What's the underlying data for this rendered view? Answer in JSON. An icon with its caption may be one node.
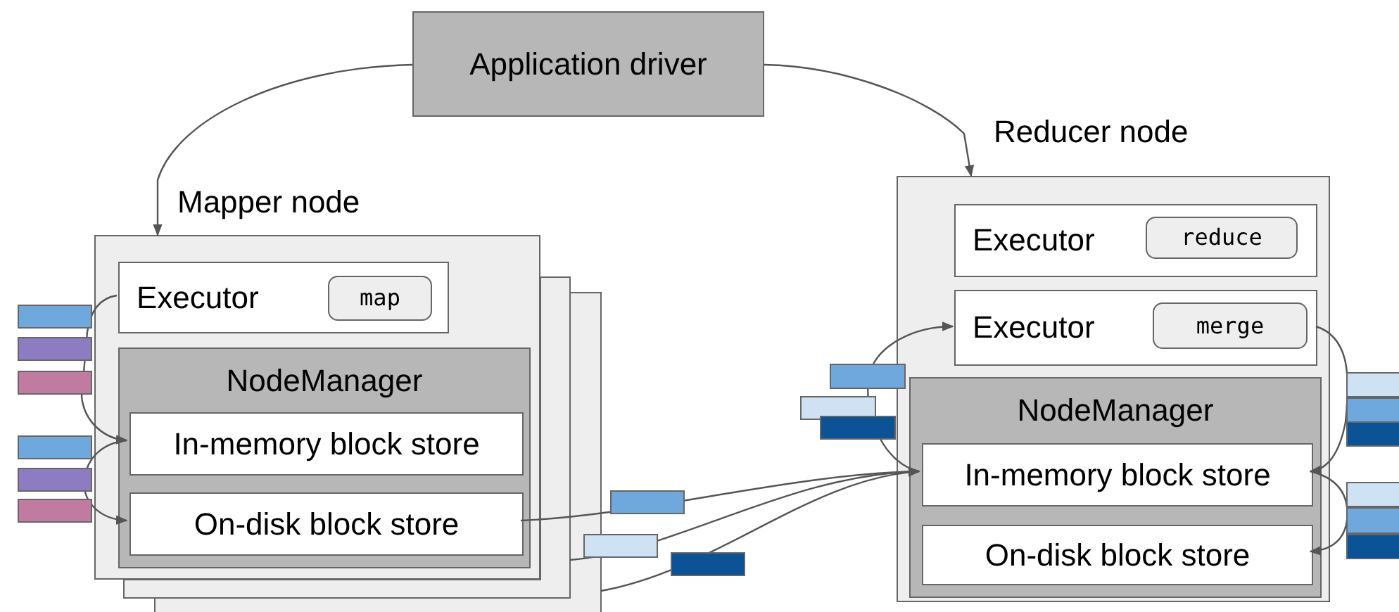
{
  "diagram": {
    "nodes": [
      {
        "text": [
          "Application driver"
        ]
      },
      {
        "text": [
          "Mapper node"
        ]
      },
      {
        "text": [
          "Executor"
        ],
        "in": 1
      },
      {
        "text": [
          "map"
        ],
        "in": 2
      },
      {
        "text": [
          "NodeManager"
        ],
        "in": 1
      },
      {
        "text": [
          "In-memory block store"
        ],
        "in": 4
      },
      {
        "text": [
          "On-disk block store"
        ],
        "in": 4
      },
      {
        "text": [
          "Reducer node"
        ]
      },
      {
        "text": [
          "Executor"
        ],
        "in": 7
      },
      {
        "text": [
          "reduce"
        ],
        "in": 8
      },
      {
        "text": [
          "Executor"
        ],
        "in": 7
      },
      {
        "text": [
          "merge"
        ],
        "in": 10
      },
      {
        "text": [
          "NodeManager"
        ],
        "in": 7
      },
      {
        "text": [
          "In-memory block store"
        ],
        "in": 12
      },
      {
        "text": [
          "On-disk block store"
        ],
        "in": 12
      }
    ],
    "edges": [
      {
        "from": 0,
        "to": 1,
        "arrow": "to"
      },
      {
        "from": 0,
        "to": 7,
        "arrow": "to"
      },
      {
        "from": 2,
        "to": 5,
        "arrow": "to"
      },
      {
        "from": 5,
        "to": 6,
        "arrow": "to"
      },
      {
        "from": 6,
        "to": 13,
        "arrow": "to"
      },
      {
        "from": null,
        "to": 13,
        "arrow": "to"
      },
      {
        "from": null,
        "to": 13,
        "arrow": "to"
      },
      {
        "from": 13,
        "to": 10,
        "arrow": "to"
      },
      {
        "from": 10,
        "to": 13,
        "arrow": "to"
      },
      {
        "from": 13,
        "to": 14,
        "arrow": "to"
      }
    ]
  }
}
